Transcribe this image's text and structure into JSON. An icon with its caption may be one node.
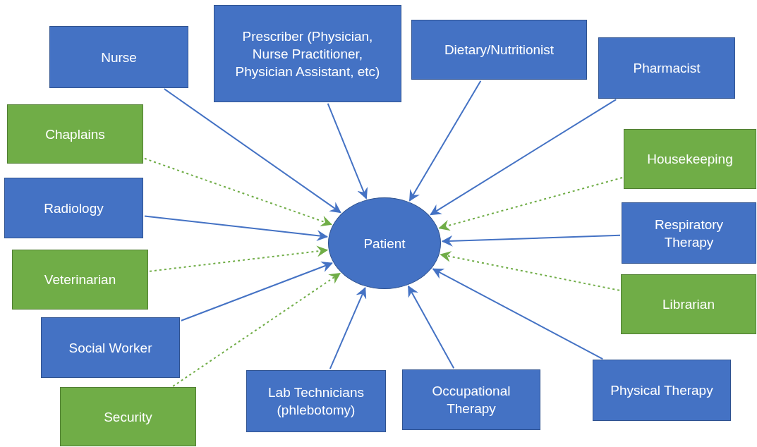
{
  "diagram": {
    "nodes": [
      {
        "text": [
          "Nurse"
        ]
      },
      {
        "text": [
          "Prescriber (Physician, Nurse Practitioner, Physician Assistant, etc)"
        ]
      },
      {
        "text": [
          "Dietary/Nutritionist"
        ]
      },
      {
        "text": [
          "Pharmacist"
        ]
      },
      {
        "text": [
          "Chaplains"
        ]
      },
      {
        "text": [
          "Housekeeping"
        ]
      },
      {
        "text": [
          "Radiology"
        ]
      },
      {
        "text": [
          "Respiratory Therapy"
        ]
      },
      {
        "text": [
          "Veterinarian"
        ]
      },
      {
        "text": [
          "Librarian"
        ]
      },
      {
        "text": [
          "Social Worker"
        ]
      },
      {
        "text": [
          "Security"
        ]
      },
      {
        "text": [
          "Lab Technicians (phlebotomy)"
        ]
      },
      {
        "text": [
          "Occupational Therapy"
        ]
      },
      {
        "text": [
          "Physical Therapy"
        ]
      },
      {
        "text": [
          "Patient"
        ]
      }
    ],
    "edges": [
      {
        "from": 0,
        "to": 15,
        "arrow": "to"
      },
      {
        "from": 1,
        "to": 15,
        "arrow": "to"
      },
      {
        "from": 2,
        "to": 15,
        "arrow": "to"
      },
      {
        "from": 3,
        "to": 15,
        "arrow": "to"
      },
      {
        "from": 4,
        "to": 15,
        "arrow": "to",
        "style": "dashed",
        "color": "#70ad47"
      },
      {
        "from": 5,
        "to": 15,
        "arrow": "to",
        "style": "dashed",
        "color": "#70ad47"
      },
      {
        "from": 6,
        "to": 15,
        "arrow": "to"
      },
      {
        "from": 7,
        "to": 15,
        "arrow": "to"
      },
      {
        "from": 8,
        "to": 15,
        "arrow": "to",
        "style": "dashed",
        "color": "#70ad47"
      },
      {
        "from": 9,
        "to": 15,
        "arrow": "to",
        "style": "dashed",
        "color": "#70ad47"
      },
      {
        "from": 10,
        "to": 15,
        "arrow": "to"
      },
      {
        "from": 11,
        "to": 15,
        "arrow": "to",
        "style": "dashed",
        "color": "#70ad47"
      },
      {
        "from": 12,
        "to": 15,
        "arrow": "to"
      },
      {
        "from": 13,
        "to": 15,
        "arrow": "to"
      },
      {
        "from": 14,
        "to": 15,
        "arrow": "to"
      }
    ]
  }
}
